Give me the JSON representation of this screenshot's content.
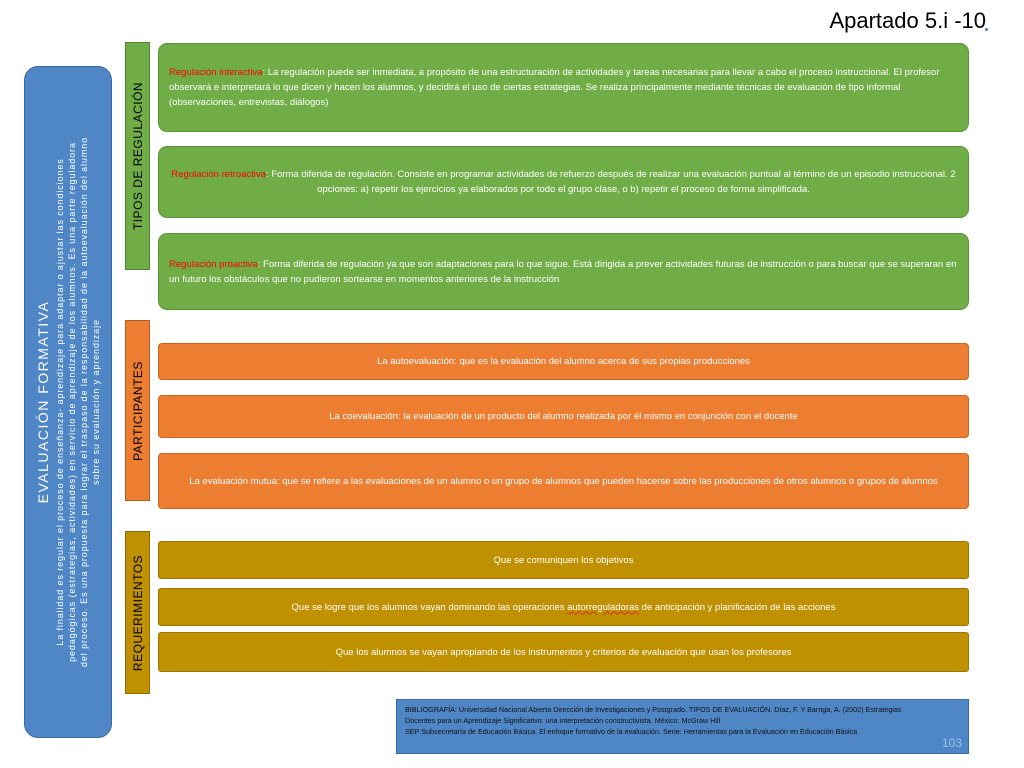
{
  "header": {
    "title": "Apartado 5.i -10"
  },
  "main": {
    "title": "EVALUACIÓN FORMATIVA",
    "desc_line1": "La finalidad es regular el proceso de enseñanza- aprendizaje para adaptar o ajustar las condiciones",
    "desc_line2": "pedagógicas (estrategias, actividades) en servicio de aprendizaje de los alumnos. Es una parte reguladora",
    "desc_line3": "del proceso. Es una propuesta para lograr el traspaso de la responsabilidad de la autoevaluación del alumno",
    "desc_line4": "sobre su evaluación y aprendizaje"
  },
  "categories": {
    "tipos": "TIPOS DE REGULACIÓN",
    "participantes": "PARTICIPANTES",
    "requerimientos": "REQUERIMIENTOS"
  },
  "tipos": [
    {
      "label": "Regulación interactiva",
      "sep": ": ",
      "text": "La regulación puede ser inmediata, a propósito de una estructuración de actividades y tareas necesarias para llevar a cabo el proceso instruccional. El profesor observará e interpretará lo que dicen y hacen los alumnos, y decidirá el uso de ciertas estrategias. Se realiza principalmente mediante técnicas de evaluación de tipo informal (observaciones, entrevistas, diálogos)"
    },
    {
      "label": "Regulación retroactiva",
      "sep": ": ",
      "text": "Forma diferida de regulación. Consiste en programar actividades de refuerzo después de realizar una evaluación puntual al término de un episodio instruccional. 2 opciones: a) repetir los ejercicios ya elaborados por todo el grupo clase, o b) repetir el proceso de forma simplificada."
    },
    {
      "label": "Regulación proactiva",
      "sep": ": ",
      "text": "Forma diferida de regulación ya que son adaptaciones para lo que sigue. Está dirigida a prever actividades futuras de instrucción o para buscar que se superaran en un futuro los obstáculos que no pudieron sortearse en momentos anteriores de la instrucción"
    }
  ],
  "participantes": [
    "La autoevaluación: que es la evaluación del alumno acerca de sus propias producciones",
    "La coevaluación: la evaluación de un producto del alumno realizada por él mismo en conjunción con el docente",
    "La evaluación mutua: que se refiere a las evaluaciones de un alumno o un grupo de alumnos que pueden hacerse sobre las producciones de otros alumnos o grupos de alumnos"
  ],
  "requerimientos": {
    "r1": "Que se comuniquen los objetivos",
    "r2_pre": "Que se logre que los alumnos vayan dominando las operaciones ",
    "r2_under": "autorreguladoras",
    "r2_post": " de anticipación y planificación de las acciones",
    "r3": "Que los alumnos se vayan apropiando de los instrumentos y criterios de evaluación que usan los profesores"
  },
  "bibliografia": {
    "line1": "BIBLIOGRAFÍA: Universidad Nacional Abierta Dirección de Investigaciones y Postgrado. TIPOS DE EVALUACIÓN. Díaz, F. Y Barriga, A. (2002) Estrategias",
    "line2": "Docentes para un Aprendizaje Significativo: una interpretación constructivista. México: McGraw Hill",
    "line3": "SEP Subsecretaría de Educación Básica. El enfoque formativo de la evaluación. Serie: Herramientas para la Evaluación en Educación Básica",
    "page": "103"
  },
  "colors": {
    "blue": "#4f86c6",
    "green": "#70ad47",
    "orange": "#ed7d31",
    "gold": "#bf9000",
    "label_red": "#ff0000"
  }
}
